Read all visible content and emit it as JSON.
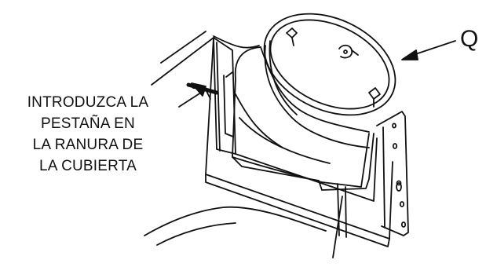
{
  "callout_text": {
    "lines": [
      "INTRODUZCA LA",
      "PESTAÑA EN",
      "LA RANURA DE",
      "LA CUBIERTA"
    ]
  },
  "part_label": "Q",
  "colors": {
    "stroke": "#111111",
    "background": "#ffffff"
  }
}
